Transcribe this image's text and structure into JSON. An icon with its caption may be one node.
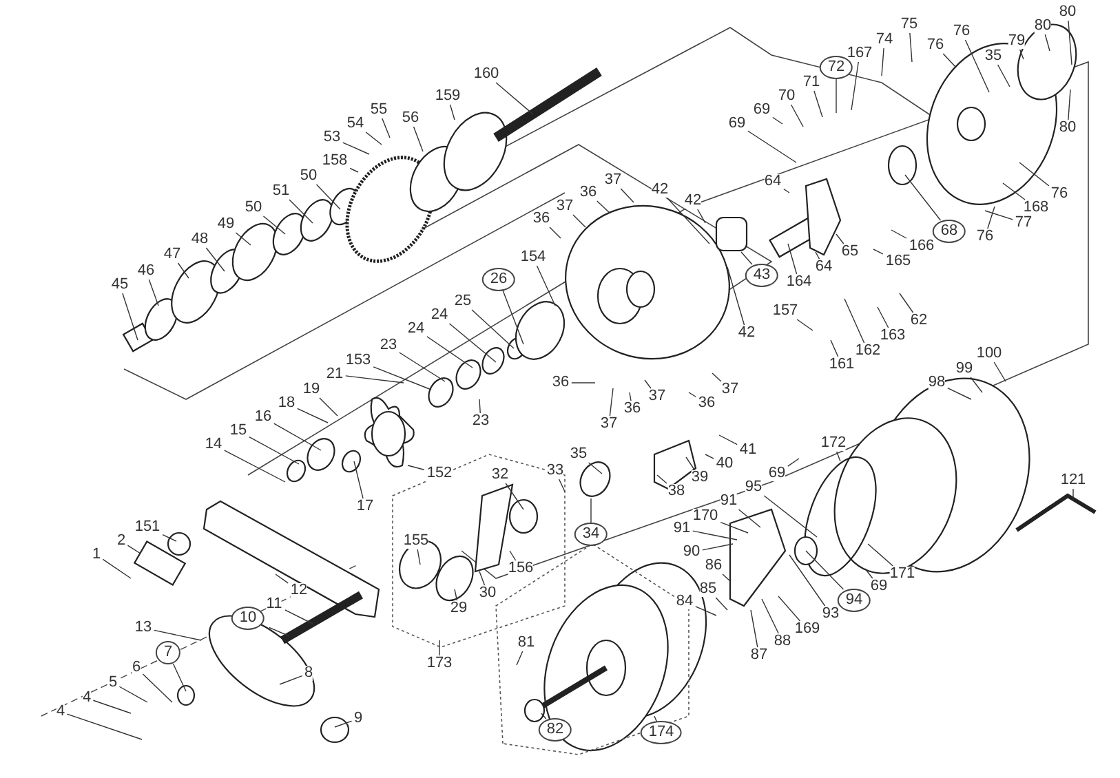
{
  "diagram": {
    "nodes": [
      {
        "text": [
          "160"
        ]
      },
      {
        "text": [
          "159"
        ]
      },
      {
        "text": [
          "55"
        ]
      },
      {
        "text": [
          "54"
        ]
      },
      {
        "text": [
          "53"
        ]
      },
      {
        "text": [
          "56"
        ]
      },
      {
        "text": [
          "158"
        ]
      },
      {
        "text": [
          "50"
        ]
      },
      {
        "text": [
          "51"
        ]
      },
      {
        "text": [
          "50"
        ]
      },
      {
        "text": [
          "49"
        ]
      },
      {
        "text": [
          "48"
        ]
      },
      {
        "text": [
          "47"
        ]
      },
      {
        "text": [
          "46"
        ]
      },
      {
        "text": [
          "45"
        ]
      },
      {
        "text": [
          "80"
        ]
      },
      {
        "text": [
          "80"
        ]
      },
      {
        "text": [
          "79"
        ]
      },
      {
        "text": [
          "76"
        ]
      },
      {
        "text": [
          "35"
        ]
      },
      {
        "text": [
          "76"
        ]
      },
      {
        "text": [
          "80"
        ]
      },
      {
        "text": [
          "75"
        ]
      },
      {
        "text": [
          "74"
        ]
      },
      {
        "text": [
          "167"
        ]
      },
      {
        "text": [
          "72"
        ]
      },
      {
        "text": [
          "71"
        ]
      },
      {
        "text": [
          "70"
        ]
      },
      {
        "text": [
          "69"
        ]
      },
      {
        "text": [
          "69"
        ]
      },
      {
        "text": [
          "76"
        ]
      },
      {
        "text": [
          "168"
        ]
      },
      {
        "text": [
          "77"
        ]
      },
      {
        "text": [
          "76"
        ]
      },
      {
        "text": [
          "68"
        ]
      },
      {
        "text": [
          "166"
        ]
      },
      {
        "text": [
          "165"
        ]
      },
      {
        "text": [
          "65"
        ]
      },
      {
        "text": [
          "64"
        ]
      },
      {
        "text": [
          "64"
        ]
      },
      {
        "text": [
          "164"
        ]
      },
      {
        "text": [
          "37"
        ]
      },
      {
        "text": [
          "36"
        ]
      },
      {
        "text": [
          "37"
        ]
      },
      {
        "text": [
          "36"
        ]
      },
      {
        "text": [
          "42"
        ]
      },
      {
        "text": [
          "42"
        ]
      },
      {
        "text": [
          "43"
        ]
      },
      {
        "text": [
          "157"
        ]
      },
      {
        "text": [
          "42"
        ]
      },
      {
        "text": [
          "161"
        ]
      },
      {
        "text": [
          "162"
        ]
      },
      {
        "text": [
          "163"
        ]
      },
      {
        "text": [
          "62"
        ]
      },
      {
        "text": [
          "154"
        ]
      },
      {
        "text": [
          "26"
        ]
      },
      {
        "text": [
          "25"
        ]
      },
      {
        "text": [
          "24"
        ]
      },
      {
        "text": [
          "24"
        ]
      },
      {
        "text": [
          "23"
        ]
      },
      {
        "text": [
          "153"
        ]
      },
      {
        "text": [
          "21"
        ]
      },
      {
        "text": [
          "19"
        ]
      },
      {
        "text": [
          "18"
        ]
      },
      {
        "text": [
          "16"
        ]
      },
      {
        "text": [
          "15"
        ]
      },
      {
        "text": [
          "14"
        ]
      },
      {
        "text": [
          "17"
        ]
      },
      {
        "text": [
          "152"
        ]
      },
      {
        "text": [
          "23"
        ]
      },
      {
        "text": [
          "36"
        ]
      },
      {
        "text": [
          "37"
        ]
      },
      {
        "text": [
          "36"
        ]
      },
      {
        "text": [
          "37"
        ]
      },
      {
        "text": [
          "36"
        ]
      },
      {
        "text": [
          "37"
        ]
      },
      {
        "text": [
          "41"
        ]
      },
      {
        "text": [
          "40"
        ]
      },
      {
        "text": [
          "39"
        ]
      },
      {
        "text": [
          "38"
        ]
      },
      {
        "text": [
          "35"
        ]
      },
      {
        "text": [
          "33"
        ]
      },
      {
        "text": [
          "34"
        ]
      },
      {
        "text": [
          "32"
        ]
      },
      {
        "text": [
          "155"
        ]
      },
      {
        "text": [
          "156"
        ]
      },
      {
        "text": [
          "30"
        ]
      },
      {
        "text": [
          "29"
        ]
      },
      {
        "text": [
          "173"
        ]
      },
      {
        "text": [
          "151"
        ]
      },
      {
        "text": [
          "2"
        ]
      },
      {
        "text": [
          "1"
        ]
      },
      {
        "text": [
          "12"
        ]
      },
      {
        "text": [
          "11"
        ]
      },
      {
        "text": [
          "10"
        ]
      },
      {
        "text": [
          "13"
        ]
      },
      {
        "text": [
          "7"
        ]
      },
      {
        "text": [
          "6"
        ]
      },
      {
        "text": [
          "5"
        ]
      },
      {
        "text": [
          "4"
        ]
      },
      {
        "text": [
          "4"
        ]
      },
      {
        "text": [
          "8"
        ]
      },
      {
        "text": [
          "9"
        ]
      },
      {
        "text": [
          "81"
        ]
      },
      {
        "text": [
          "82"
        ]
      },
      {
        "text": [
          "100"
        ]
      },
      {
        "text": [
          "99"
        ]
      },
      {
        "text": [
          "98"
        ]
      },
      {
        "text": [
          "172"
        ]
      },
      {
        "text": [
          "69"
        ]
      },
      {
        "text": [
          "95"
        ]
      },
      {
        "text": [
          "91"
        ]
      },
      {
        "text": [
          "170"
        ]
      },
      {
        "text": [
          "91"
        ]
      },
      {
        "text": [
          "90"
        ]
      },
      {
        "text": [
          "86"
        ]
      },
      {
        "text": [
          "85"
        ]
      },
      {
        "text": [
          "84"
        ]
      },
      {
        "text": [
          "87"
        ]
      },
      {
        "text": [
          "88"
        ]
      },
      {
        "text": [
          "169"
        ]
      },
      {
        "text": [
          "93"
        ]
      },
      {
        "text": [
          "94"
        ]
      },
      {
        "text": [
          "69"
        ]
      },
      {
        "text": [
          "171"
        ]
      },
      {
        "text": [
          "121"
        ]
      },
      {
        "text": [
          "174"
        ]
      }
    ],
    "edges": [
      {
        "from": 0,
        "to": null,
        "arrow": "none"
      },
      {
        "from": 1,
        "to": null,
        "arrow": "none"
      },
      {
        "from": 2,
        "to": null,
        "arrow": "none"
      },
      {
        "from": 3,
        "to": null,
        "arrow": "none"
      },
      {
        "from": 4,
        "to": null,
        "arrow": "none"
      },
      {
        "from": 5,
        "to": null,
        "arrow": "none"
      },
      {
        "from": 6,
        "to": null,
        "arrow": "none"
      },
      {
        "from": 7,
        "to": null,
        "arrow": "none"
      },
      {
        "from": 8,
        "to": null,
        "arrow": "none"
      },
      {
        "from": 9,
        "to": null,
        "arrow": "none"
      },
      {
        "from": 10,
        "to": null,
        "arrow": "none"
      },
      {
        "from": 11,
        "to": null,
        "arrow": "none"
      },
      {
        "from": 12,
        "to": null,
        "arrow": "none"
      },
      {
        "from": 13,
        "to": null,
        "arrow": "none"
      },
      {
        "from": 14,
        "to": null,
        "arrow": "none"
      },
      {
        "from": 15,
        "to": null,
        "arrow": "none"
      },
      {
        "from": 16,
        "to": null,
        "arrow": "none"
      },
      {
        "from": 17,
        "to": null,
        "arrow": "none"
      },
      {
        "from": 18,
        "to": null,
        "arrow": "none"
      },
      {
        "from": 19,
        "to": null,
        "arrow": "none"
      },
      {
        "from": 20,
        "to": null,
        "arrow": "none"
      },
      {
        "from": 21,
        "to": null,
        "arrow": "none"
      },
      {
        "from": 22,
        "to": null,
        "arrow": "none"
      },
      {
        "from": 23,
        "to": null,
        "arrow": "none"
      },
      {
        "from": 24,
        "to": null,
        "arrow": "none"
      },
      {
        "from": 25,
        "to": null,
        "arrow": "none"
      },
      {
        "from": 26,
        "to": null,
        "arrow": "none"
      },
      {
        "from": 27,
        "to": null,
        "arrow": "none"
      },
      {
        "from": 28,
        "to": null,
        "arrow": "none"
      },
      {
        "from": 29,
        "to": null,
        "arrow": "none"
      },
      {
        "from": 30,
        "to": null,
        "arrow": "none"
      },
      {
        "from": 31,
        "to": null,
        "arrow": "none"
      },
      {
        "from": 32,
        "to": null,
        "arrow": "none"
      },
      {
        "from": 33,
        "to": null,
        "arrow": "none"
      },
      {
        "from": 34,
        "to": null,
        "arrow": "none"
      },
      {
        "from": 35,
        "to": null,
        "arrow": "none"
      },
      {
        "from": 36,
        "to": null,
        "arrow": "none"
      },
      {
        "from": 37,
        "to": null,
        "arrow": "none"
      },
      {
        "from": 38,
        "to": null,
        "arrow": "none"
      },
      {
        "from": 39,
        "to": null,
        "arrow": "none"
      },
      {
        "from": 40,
        "to": null,
        "arrow": "none"
      },
      {
        "from": 41,
        "to": null,
        "arrow": "none"
      },
      {
        "from": 42,
        "to": null,
        "arrow": "none"
      },
      {
        "from": 43,
        "to": null,
        "arrow": "none"
      },
      {
        "from": 44,
        "to": null,
        "arrow": "none"
      },
      {
        "from": 45,
        "to": null,
        "arrow": "none"
      },
      {
        "from": 46,
        "to": null,
        "arrow": "none"
      },
      {
        "from": 47,
        "to": null,
        "arrow": "none"
      },
      {
        "from": 48,
        "to": null,
        "arrow": "none"
      },
      {
        "from": 49,
        "to": null,
        "arrow": "none"
      },
      {
        "from": 50,
        "to": null,
        "arrow": "none"
      },
      {
        "from": 51,
        "to": null,
        "arrow": "none"
      },
      {
        "from": 52,
        "to": null,
        "arrow": "none"
      },
      {
        "from": 53,
        "to": null,
        "arrow": "none"
      },
      {
        "from": 54,
        "to": null,
        "arrow": "none"
      },
      {
        "from": 55,
        "to": null,
        "arrow": "none"
      },
      {
        "from": 56,
        "to": null,
        "arrow": "none"
      },
      {
        "from": 57,
        "to": null,
        "arrow": "none"
      },
      {
        "from": 58,
        "to": null,
        "arrow": "none"
      },
      {
        "from": 59,
        "to": null,
        "arrow": "none"
      },
      {
        "from": 60,
        "to": null,
        "arrow": "none"
      },
      {
        "from": 61,
        "to": null,
        "arrow": "none"
      },
      {
        "from": 62,
        "to": null,
        "arrow": "none"
      },
      {
        "from": 63,
        "to": null,
        "arrow": "none"
      },
      {
        "from": 64,
        "to": null,
        "arrow": "none"
      },
      {
        "from": 65,
        "to": null,
        "arrow": "none"
      },
      {
        "from": 66,
        "to": null,
        "arrow": "none"
      },
      {
        "from": 67,
        "to": null,
        "arrow": "none"
      },
      {
        "from": 68,
        "to": null,
        "arrow": "none"
      },
      {
        "from": 69,
        "to": null,
        "arrow": "none"
      },
      {
        "from": 70,
        "to": null,
        "arrow": "none"
      },
      {
        "from": 71,
        "to": null,
        "arrow": "none"
      },
      {
        "from": 72,
        "to": null,
        "arrow": "none"
      },
      {
        "from": 73,
        "to": null,
        "arrow": "none"
      },
      {
        "from": 74,
        "to": null,
        "arrow": "none"
      },
      {
        "from": 75,
        "to": null,
        "arrow": "none"
      },
      {
        "from": 76,
        "to": null,
        "arrow": "none"
      },
      {
        "from": 77,
        "to": null,
        "arrow": "none"
      },
      {
        "from": 78,
        "to": null,
        "arrow": "none"
      },
      {
        "from": 79,
        "to": null,
        "arrow": "none"
      },
      {
        "from": 80,
        "to": null,
        "arrow": "none"
      },
      {
        "from": 81,
        "to": null,
        "arrow": "none"
      },
      {
        "from": 82,
        "to": null,
        "arrow": "none"
      },
      {
        "from": 83,
        "to": null,
        "arrow": "none"
      },
      {
        "from": 84,
        "to": null,
        "arrow": "none"
      },
      {
        "from": 85,
        "to": null,
        "arrow": "none"
      },
      {
        "from": 86,
        "to": null,
        "arrow": "none"
      },
      {
        "from": 87,
        "to": null,
        "arrow": "none"
      },
      {
        "from": 88,
        "to": null,
        "arrow": "none"
      },
      {
        "from": 89,
        "to": null,
        "arrow": "none"
      },
      {
        "from": 90,
        "to": null,
        "arrow": "none"
      },
      {
        "from": 91,
        "to": null,
        "arrow": "none"
      },
      {
        "from": 92,
        "to": null,
        "arrow": "none"
      },
      {
        "from": 93,
        "to": null,
        "arrow": "none"
      },
      {
        "from": 94,
        "to": null,
        "arrow": "none"
      },
      {
        "from": 95,
        "to": null,
        "arrow": "none"
      },
      {
        "from": 96,
        "to": null,
        "arrow": "none"
      },
      {
        "from": 97,
        "to": null,
        "arrow": "none"
      },
      {
        "from": 98,
        "to": null,
        "arrow": "none"
      },
      {
        "from": 99,
        "to": null,
        "arrow": "none"
      },
      {
        "from": 100,
        "to": null,
        "arrow": "none"
      },
      {
        "from": 101,
        "to": null,
        "arrow": "none"
      },
      {
        "from": 102,
        "to": null,
        "arrow": "none"
      },
      {
        "from": 103,
        "to": null,
        "arrow": "none"
      },
      {
        "from": 104,
        "to": null,
        "arrow": "none"
      },
      {
        "from": 105,
        "to": null,
        "arrow": "none"
      },
      {
        "from": 106,
        "to": null,
        "arrow": "none"
      },
      {
        "from": 107,
        "to": null,
        "arrow": "none"
      },
      {
        "from": 108,
        "to": null,
        "arrow": "none"
      },
      {
        "from": 109,
        "to": null,
        "arrow": "none"
      },
      {
        "from": 110,
        "to": null,
        "arrow": "none"
      },
      {
        "from": 111,
        "to": null,
        "arrow": "none"
      },
      {
        "from": 112,
        "to": null,
        "arrow": "none"
      },
      {
        "from": 113,
        "to": null,
        "arrow": "none"
      },
      {
        "from": 114,
        "to": null,
        "arrow": "none"
      },
      {
        "from": 115,
        "to": null,
        "arrow": "none"
      },
      {
        "from": 116,
        "to": null,
        "arrow": "none"
      },
      {
        "from": 117,
        "to": null,
        "arrow": "none"
      },
      {
        "from": 118,
        "to": null,
        "arrow": "none"
      },
      {
        "from": 119,
        "to": null,
        "arrow": "none"
      },
      {
        "from": 120,
        "to": null,
        "arrow": "none"
      },
      {
        "from": 121,
        "to": null,
        "arrow": "none"
      },
      {
        "from": 122,
        "to": null,
        "arrow": "none"
      },
      {
        "from": 123,
        "to": null,
        "arrow": "none"
      },
      {
        "from": 124,
        "to": null,
        "arrow": "none"
      },
      {
        "from": 125,
        "to": null,
        "arrow": "none"
      },
      {
        "from": 126,
        "to": null,
        "arrow": "none"
      }
    ]
  }
}
